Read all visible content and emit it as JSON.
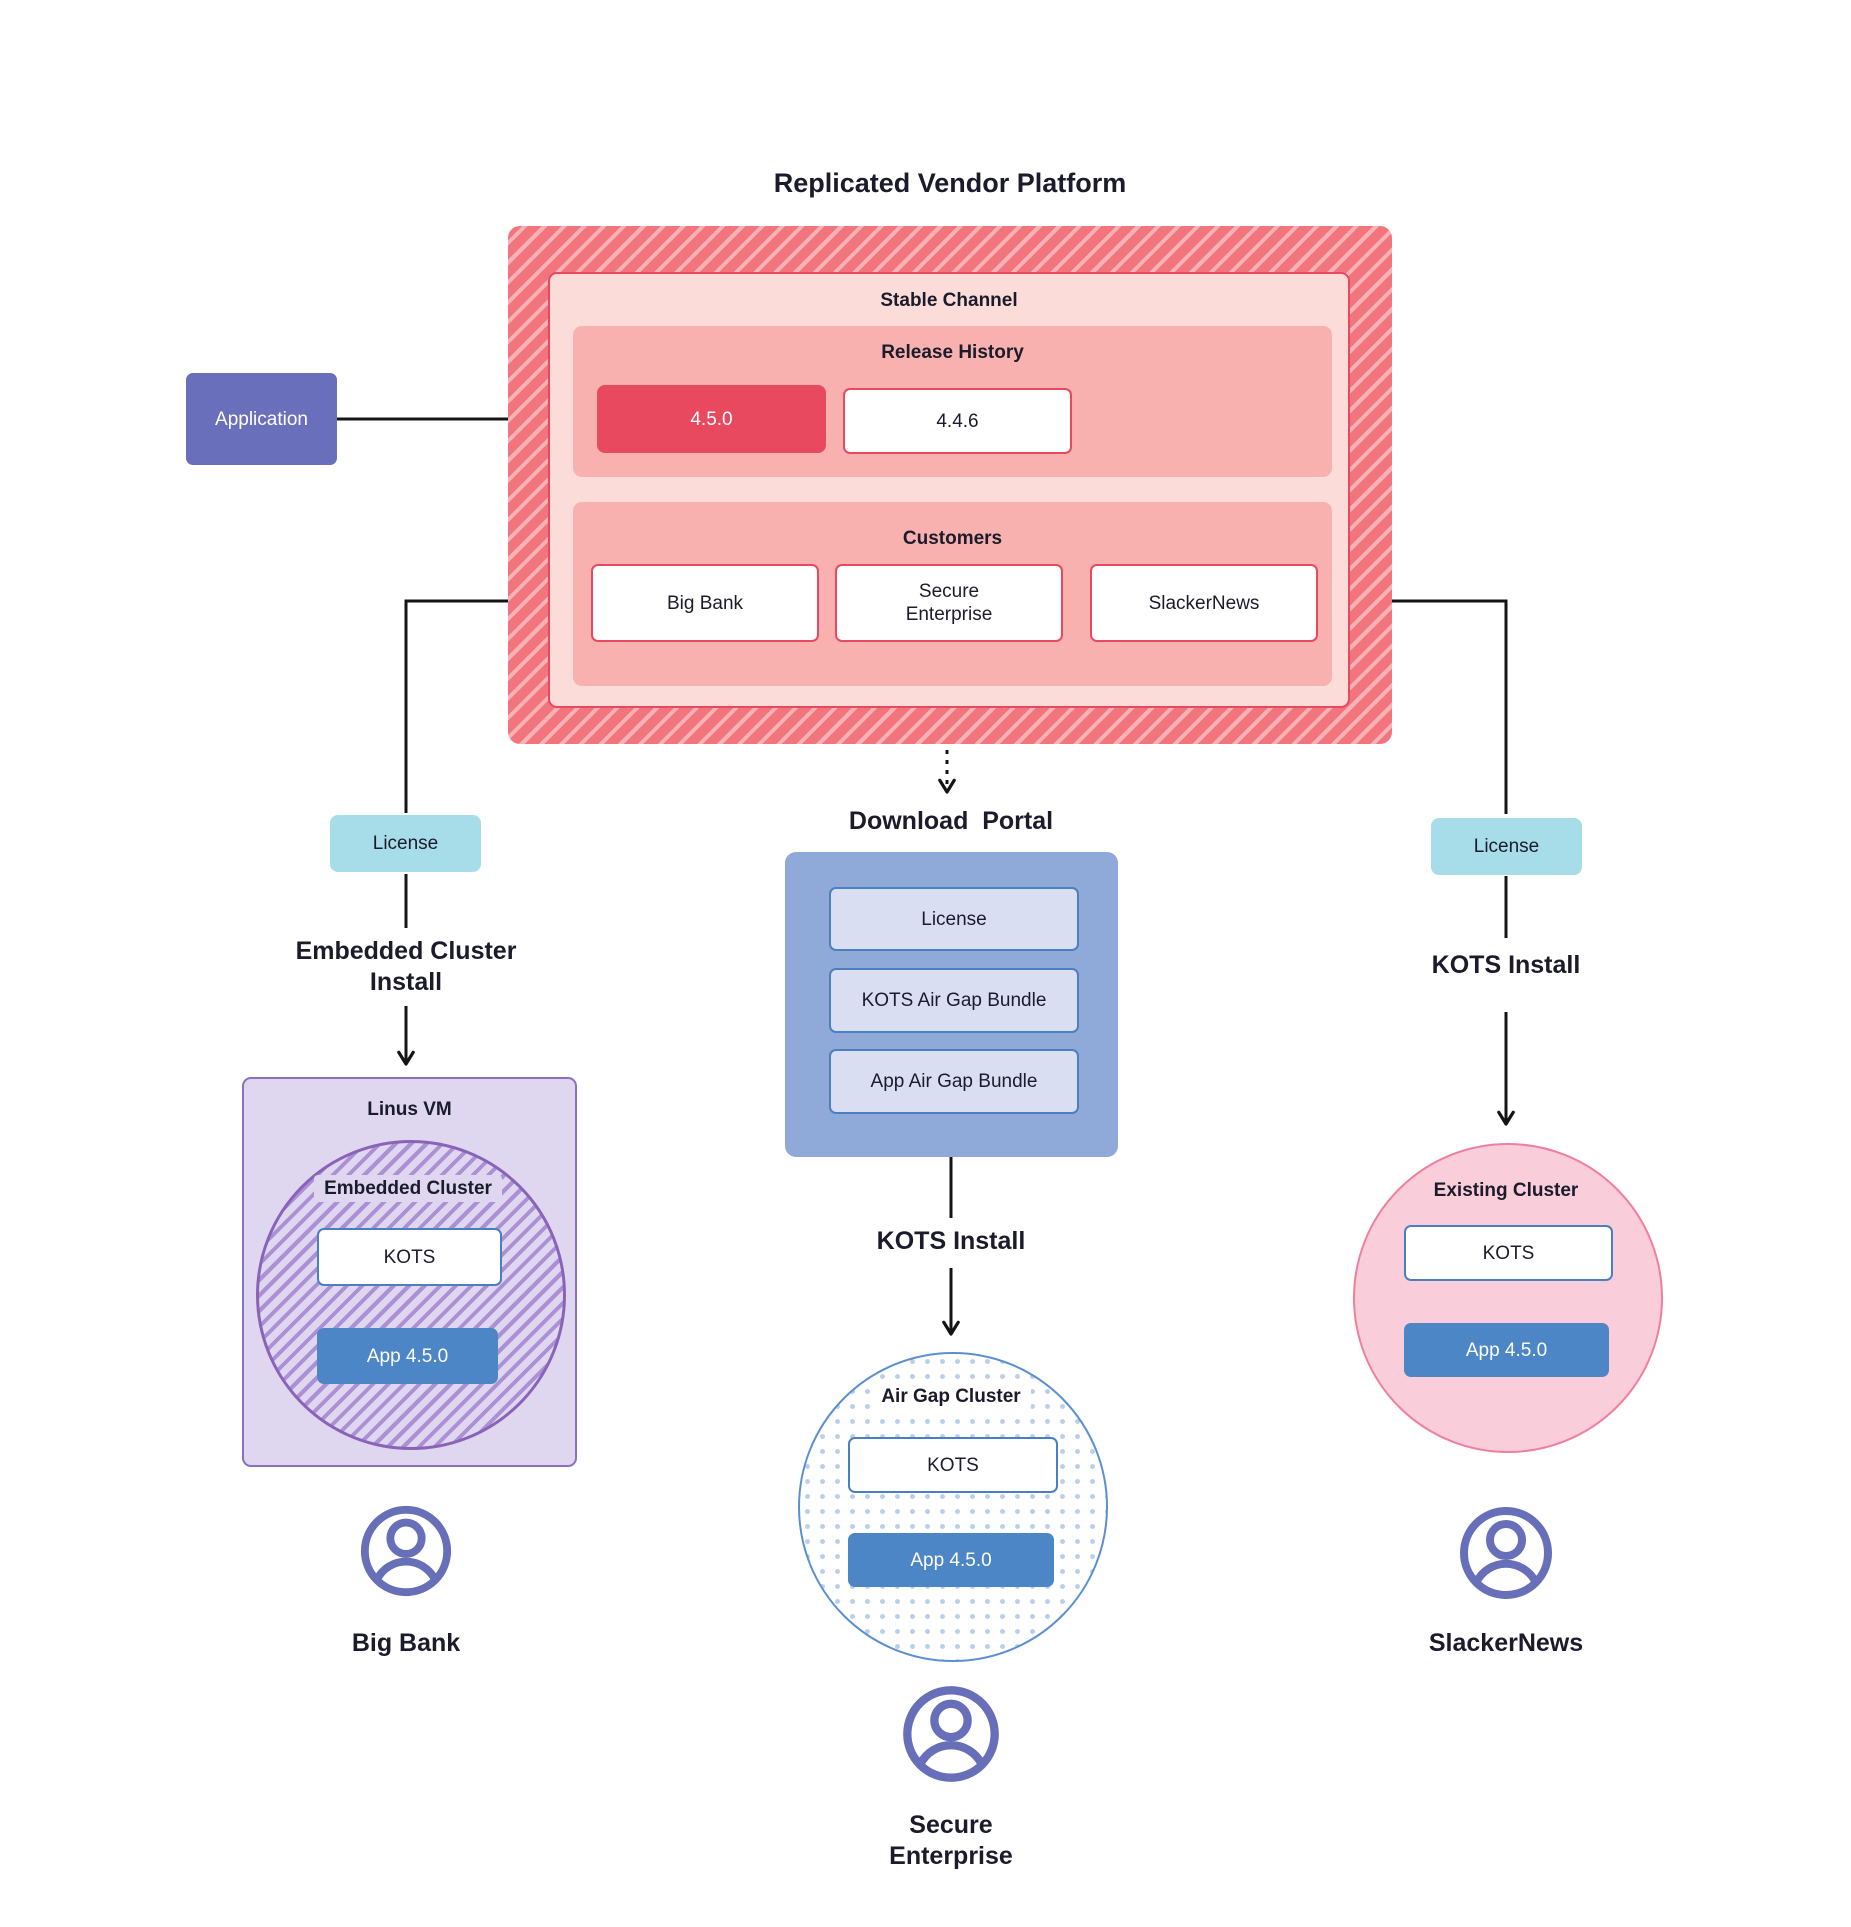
{
  "title": "Replicated Vendor Platform",
  "colors": {
    "red_base": "#f2757d",
    "red_stripe": "#f8b2b6",
    "red_border": "#e8495f",
    "stable_fill": "#fcdcd8",
    "salmon_fill": "#f8b1ae",
    "release_current_fill": "#e8495f",
    "app_purple": "#6a6fbc",
    "teal": "#a6dde8",
    "portal_blue": "#8fa9d9",
    "portal_item_fill": "#d9def2",
    "blue_border": "#4a7fc1",
    "app_blue": "#4c86c6",
    "lavender": "#ded7ef",
    "purple_border": "#8b6fc0",
    "purple_hatch": "#ab90d5",
    "purple_circle_border": "#8a63b8",
    "pink_fill": "#f9cdd9",
    "pink_border": "#ee7fa0",
    "dot_blue": "#b9cfec",
    "airgap_border": "#5b8fd0",
    "user_icon": "#666fb8",
    "text": "#1b1b2c",
    "line": "#141414"
  },
  "platform": {
    "stable_channel_label": "Stable Channel",
    "release_history_label": "Release History",
    "releases": [
      {
        "version": "4.5.0"
      },
      {
        "version": "4.4.6"
      }
    ],
    "customers_label": "Customers",
    "customers": [
      "Big Bank",
      "Secure\nEnterprise",
      "SlackerNews"
    ]
  },
  "application_label": "Application",
  "left_flow": {
    "license_label": "License",
    "install_label": "Embedded Cluster\nInstall"
  },
  "center_flow": {
    "portal_title": "Download  Portal",
    "portal_items": [
      "License",
      "KOTS Air Gap Bundle",
      "App Air Gap Bundle"
    ],
    "install_label": "KOTS Install"
  },
  "right_flow": {
    "license_label": "License",
    "install_label": "KOTS Install"
  },
  "clusters": {
    "embedded": {
      "vm_label": "Linus VM",
      "title": "Embedded Cluster",
      "kots_label": "KOTS",
      "app_label": "App 4.5.0"
    },
    "airgap": {
      "title": "Air Gap Cluster",
      "kots_label": "KOTS",
      "app_label": "App 4.5.0"
    },
    "existing": {
      "title": "Existing Cluster",
      "kots_label": "KOTS",
      "app_label": "App 4.5.0"
    }
  },
  "users": {
    "big_bank": "Big Bank",
    "secure": "Secure\nEnterprise",
    "slacker": "SlackerNews"
  }
}
